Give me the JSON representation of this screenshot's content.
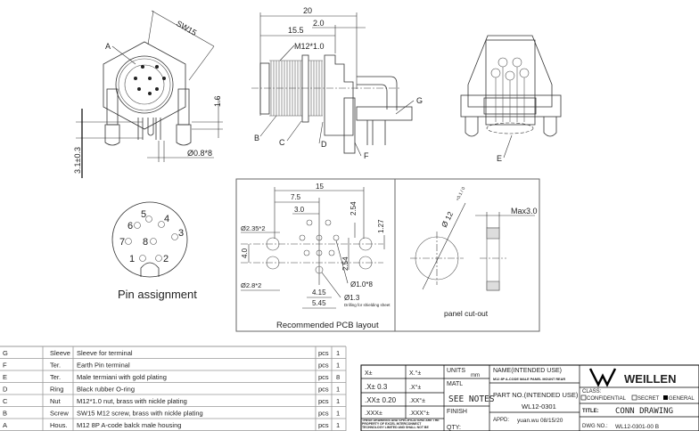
{
  "front_view": {
    "label_a": "A",
    "sw": "SW15",
    "dim_height": "1.6",
    "dim_pin_len": "3.1±0.3",
    "dim_pin_dia": "Ø0.8*8"
  },
  "side_view": {
    "dim_total": "20",
    "dim_flange": "2.0",
    "dim_thread": "15.5",
    "thread": "M12*1.0",
    "labels": [
      "B",
      "C",
      "D",
      "F",
      "G"
    ]
  },
  "rear_view": {
    "label_e": "E"
  },
  "pin_assignment": {
    "title": "Pin assignment",
    "pins": [
      "1",
      "2",
      "3",
      "4",
      "5",
      "6",
      "7",
      "8"
    ]
  },
  "pcb_layout": {
    "title": "Recommended PCB layout",
    "dims": {
      "w15": "15",
      "w75": "7.5",
      "w30": "3.0",
      "h254a": "2.54",
      "h127": "1.27",
      "h40": "4.0",
      "h254b": "2.54",
      "w415": "4.15",
      "w545": "5.45"
    },
    "hole_big_a": "Ø2.35*2",
    "hole_big_b": "Ø2.8*2",
    "hole_pin": "Ø1.0*8",
    "hole_shield": "Ø1.3",
    "shield_note": "Drilling for shielding sheet"
  },
  "panel_cutout": {
    "title": "panel cut-out",
    "dia": "Ø 12",
    "tol": "+0.1 / 0",
    "max": "Max3.0"
  },
  "bom": [
    {
      "item": "G",
      "name": "Sleeve",
      "desc": "Sleeve for terminal",
      "unit": "pcs",
      "qty": "1"
    },
    {
      "item": "F",
      "name": "Ter.",
      "desc": "Earth Pin terminal",
      "unit": "pcs",
      "qty": "1"
    },
    {
      "item": "E",
      "name": "Ter.",
      "desc": "Male termiani with gold plating",
      "unit": "pcs",
      "qty": "8"
    },
    {
      "item": "D",
      "name": "Ring",
      "desc": "Black rubber O-ring",
      "unit": "pcs",
      "qty": "1"
    },
    {
      "item": "C",
      "name": "Nut",
      "desc": "M12*1.0 nut, brass with nickle plating",
      "unit": "pcs",
      "qty": "1"
    },
    {
      "item": "B",
      "name": "Screw",
      "desc": "SW15 M12 screw, brass with nickle plating",
      "unit": "pcs",
      "qty": "1"
    },
    {
      "item": "A",
      "name": "Hous.",
      "desc": "M12 8P A-code balck male housing",
      "unit": "pcs",
      "qty": "1"
    }
  ],
  "title_block": {
    "tol": [
      [
        "X±",
        "X.°±"
      ],
      [
        ".X±  0.3",
        ".X°±"
      ],
      [
        ".XX±  0.20",
        ".XX°±"
      ],
      [
        ".XXX±",
        ".XXX°±"
      ]
    ],
    "units_label": "UNITS",
    "units": "mm",
    "matl": "MATL",
    "see_notes": "SEE NOTES",
    "finish": "FINISH",
    "notice": "THESE DRAWINGS AND SPECIFICATIONS ARE THE PROPERTY OF EXCEL INTERCONNECT TECHNOLOGY LIMITED AND SHALL NOT BE",
    "qty": "QTY:",
    "name_label": "NAME(INTENDED USE)",
    "name_value": "M12 8P A-CODE MALE PANEL MOUNT REAR",
    "part_label": "PART NO.(INTENDED USE)",
    "part_no": "WL12-0301",
    "appd_label": "APPD:",
    "appd_value": "yuan.wu 08/15/20",
    "brand": "WEILLEN",
    "class_label": "CLASS:",
    "class_opts": [
      "CONFIDENTIAL",
      "SECRET",
      "GENERAL"
    ],
    "title_label": "TITLE:",
    "title": "CONN DRAWING",
    "dwg_label": "DWG NO.:",
    "dwg_no": "WL12-0301-00 B"
  }
}
